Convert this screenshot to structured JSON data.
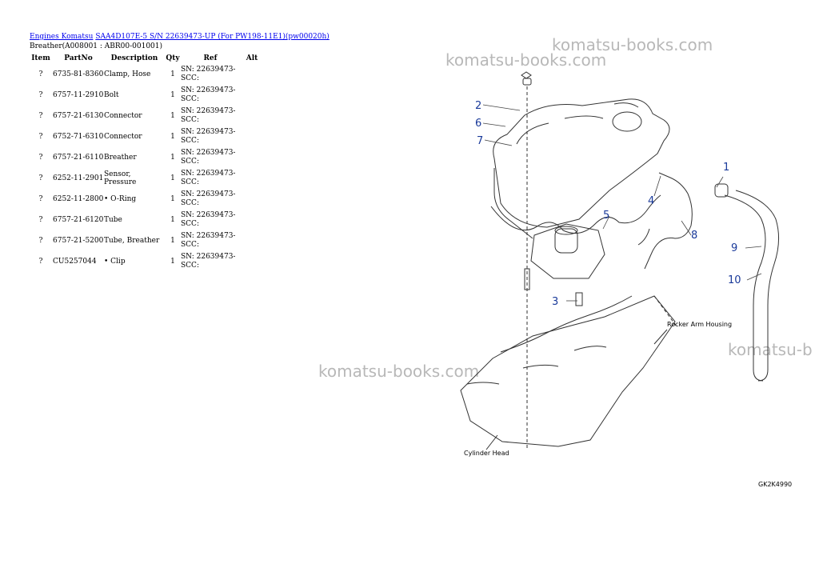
{
  "header": {
    "breadcrumb": [
      {
        "label": "Engines Komatsu"
      },
      {
        "label": "SAA4D107E-5 S/N 22639473-UP (For PW198-11E1)(pw00020h)"
      }
    ],
    "subtitle": "Breather(A008001 : ABR00-001001)"
  },
  "table": {
    "columns": [
      "Item",
      "PartNo",
      "Description",
      "Qty",
      "Ref",
      "Alt"
    ],
    "rows": [
      {
        "item": "?",
        "partno": "6735-81-8360",
        "description": "Clamp, Hose",
        "qty": "1",
        "ref": "SN: 22639473-SCC:",
        "alt": ""
      },
      {
        "item": "?",
        "partno": "6757-11-2910",
        "description": "Bolt",
        "qty": "1",
        "ref": "SN: 22639473-SCC:",
        "alt": ""
      },
      {
        "item": "?",
        "partno": "6757-21-6130",
        "description": "Connector",
        "qty": "1",
        "ref": "SN: 22639473-SCC:",
        "alt": ""
      },
      {
        "item": "?",
        "partno": "6752-71-6310",
        "description": "Connector",
        "qty": "1",
        "ref": "SN: 22639473-SCC:",
        "alt": ""
      },
      {
        "item": "?",
        "partno": "6757-21-6110",
        "description": "Breather",
        "qty": "1",
        "ref": "SN: 22639473-SCC:",
        "alt": ""
      },
      {
        "item": "?",
        "partno": "6252-11-2901",
        "description": "Sensor, Pressure",
        "qty": "1",
        "ref": "SN: 22639473-SCC:",
        "alt": ""
      },
      {
        "item": "?",
        "partno": "6252-11-2800",
        "description": "• O-Ring",
        "qty": "1",
        "ref": "SN: 22639473-SCC:",
        "alt": ""
      },
      {
        "item": "?",
        "partno": "6757-21-6120",
        "description": "Tube",
        "qty": "1",
        "ref": "SN: 22639473-SCC:",
        "alt": ""
      },
      {
        "item": "?",
        "partno": "6757-21-5200",
        "description": "Tube, Breather",
        "qty": "1",
        "ref": "SN: 22639473-SCC:",
        "alt": ""
      },
      {
        "item": "?",
        "partno": "CU5257044",
        "description": "• Clip",
        "qty": "1",
        "ref": "SN: 22639473-SCC:",
        "alt": ""
      }
    ]
  },
  "watermarks": [
    "komatsu-books.com",
    "komatsu-books.com",
    "komatsu-books.com",
    "komatsu-b"
  ],
  "diagram": {
    "callouts": [
      "1",
      "2",
      "3",
      "4",
      "5",
      "6",
      "7",
      "8",
      "9",
      "10"
    ],
    "labels": {
      "rocker": "Rocker Arm Housing",
      "cylinder": "Cylinder Head",
      "code": "GK2K4990"
    },
    "line_color": "#333333",
    "callout_color": "#1a3a9a"
  }
}
